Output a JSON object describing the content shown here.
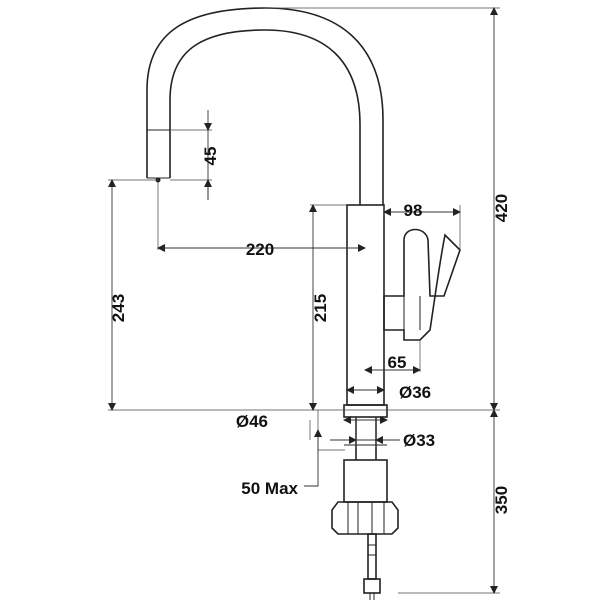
{
  "dimensions": {
    "height_total": "420",
    "spout_drop": "45",
    "reach": "220",
    "lever_width": "98",
    "spout_height": "243",
    "body_height": "215",
    "lever_offset": "65",
    "body_diameter": "Ø36",
    "base_diameter": "Ø46",
    "shank_diameter": "Ø33",
    "counter_thickness": "50 Max",
    "shank_length": "350"
  },
  "colors": {
    "line": "#222222",
    "background": "#ffffff"
  }
}
